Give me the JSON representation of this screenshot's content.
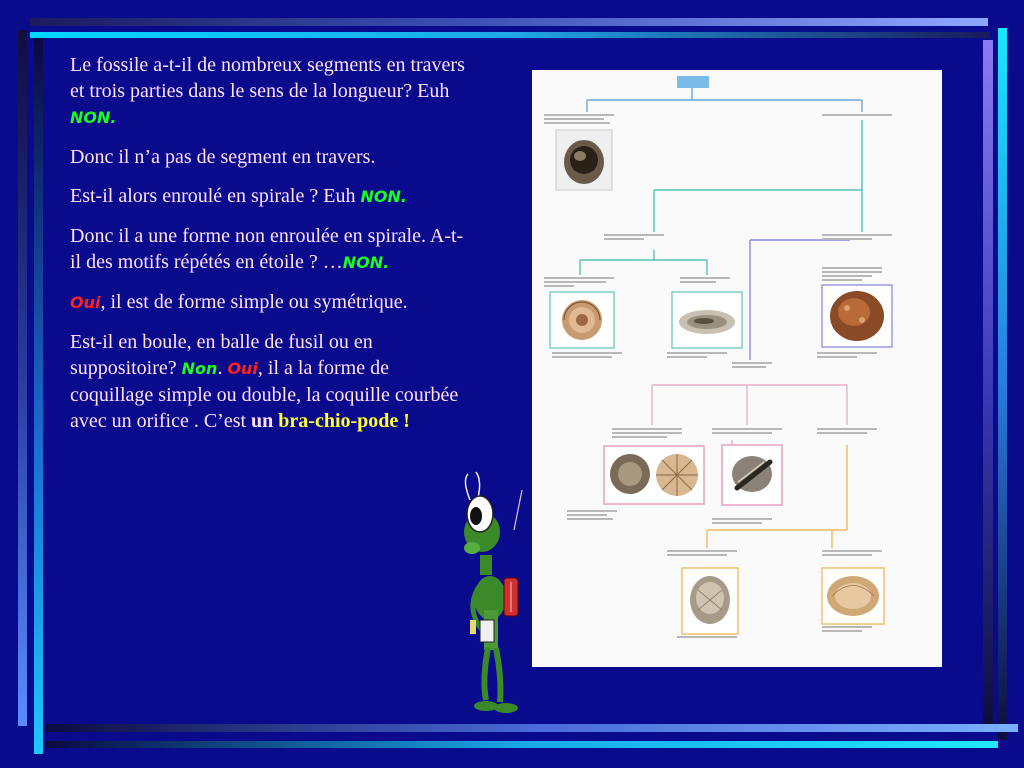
{
  "slide": {
    "paragraphs": {
      "p1": {
        "text": "Le fossile a-t-il de nombreux segments en travers et trois parties dans le sens de la longueur?   Euh",
        "answer": "NON."
      },
      "p2": {
        "text": "Donc il n’a pas de segment en travers."
      },
      "p3": {
        "text": "Est-il alors enroulé en spirale ?  Euh",
        "answer": "NON."
      },
      "p4": {
        "text": "Donc il a une forme non enroulée en spirale. A-t-il des motifs répétés en étoile ? …",
        "answer": "NON."
      },
      "p5": {
        "oui": "Oui",
        "text": ", il est  de forme simple ou symétrique."
      },
      "p6": {
        "text": "Est-il en boule,  en balle de fusil ou en suppositoire? ",
        "non": "Non",
        "dot": ". ",
        "oui": "Oui",
        "rest": ", il a  la forme de coquillage simple ou double, la coquille courbée avec un orifice . C’est ",
        "un": "un",
        "name": "bra-chio-pode !"
      }
    },
    "colors": {
      "background": "#0a0a8c",
      "text": "#ffe0ff",
      "answer_green": "#18ff20",
      "answer_red": "#ff2020",
      "highlight_yellow": "#ffff30"
    }
  }
}
